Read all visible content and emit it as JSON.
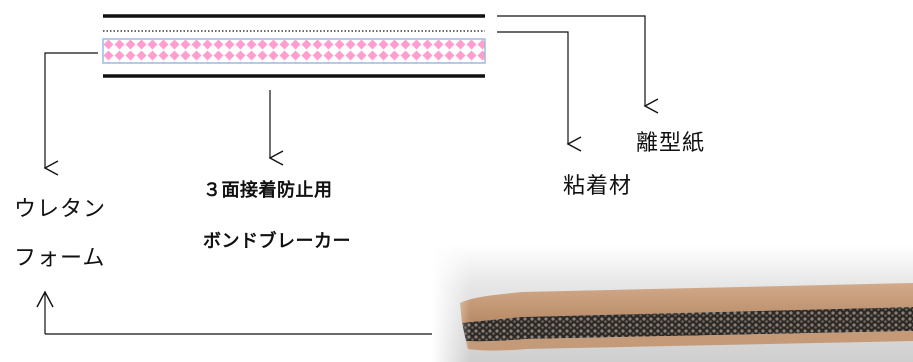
{
  "labels": {
    "release_paper": "離型紙",
    "adhesive": "粘着材",
    "bond_breaker_line1": "３面接着防止用",
    "bond_breaker_line2": "ボンドブレーカー",
    "urethane_line1": "ウレタン",
    "urethane_line2": "フォーム"
  },
  "colors": {
    "line": "#111111",
    "foam_pattern": "#ff9ecf",
    "foam_border": "#9bbbe0",
    "tape_surface": "#c39a78",
    "foam_dark": "#3b3530"
  },
  "photo": {
    "subject": "urethane-foam-tape-sample"
  }
}
